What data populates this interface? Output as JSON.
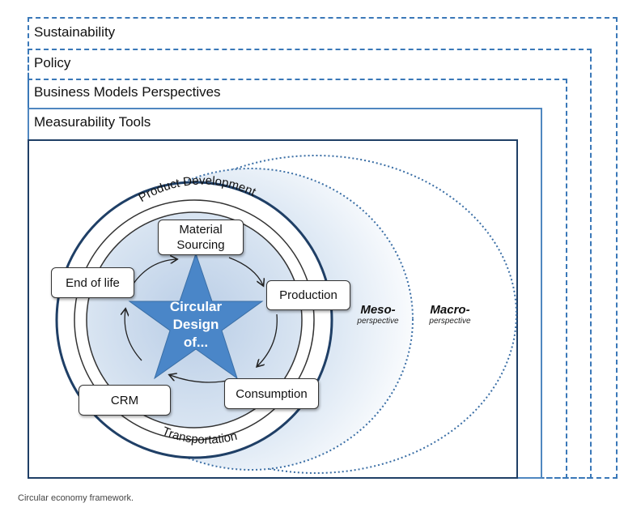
{
  "layers": {
    "sustainability": "Sustainability",
    "policy": "Policy",
    "business_models": "Business Models Perspectives",
    "measurability": "Measurability Tools"
  },
  "ring_labels": {
    "top": "Product Development",
    "bottom": "Transportation"
  },
  "center": {
    "line1": "Circular",
    "line2": "Design",
    "line3": "of..."
  },
  "nodes": {
    "material_sourcing_line1": "Material",
    "material_sourcing_line2": "Sourcing",
    "production": "Production",
    "consumption": "Consumption",
    "crm": "CRM",
    "end_of_life": "End of life"
  },
  "perspectives": {
    "meso_title": "Meso-",
    "meso_sub": "perspective",
    "macro_title": "Macro-",
    "macro_sub": "perspective"
  },
  "caption": "Circular economy framework.",
  "colors": {
    "frame_blue": "#3a78b8",
    "star_blue": "#4a86c8",
    "ring_dark": "#1f3f66"
  }
}
